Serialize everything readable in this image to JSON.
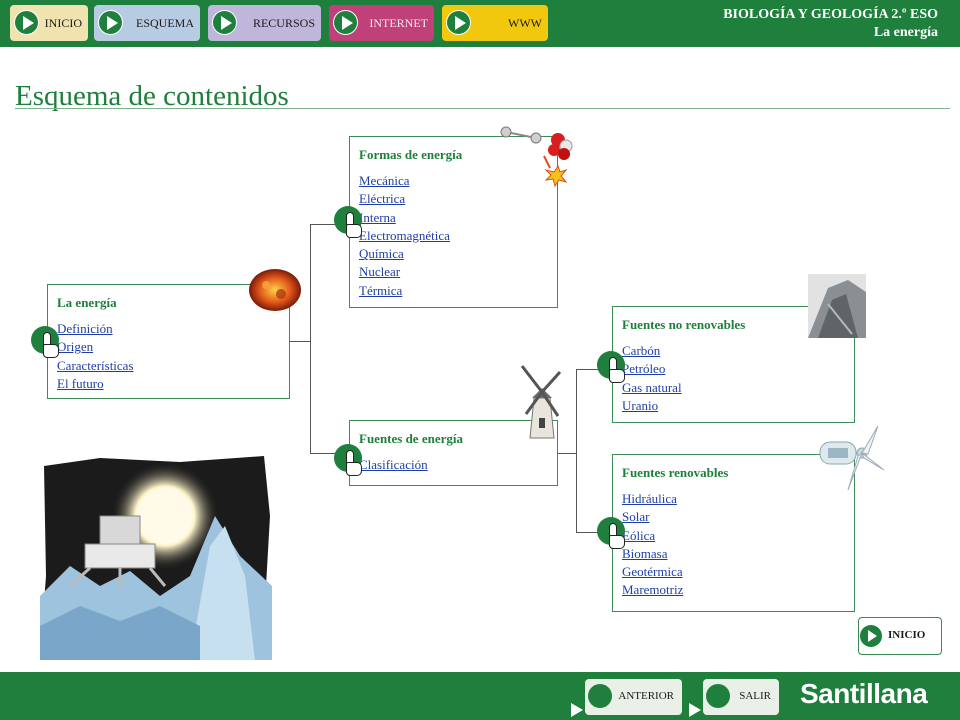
{
  "nav": {
    "inicio": "INICIO",
    "esquema": "ESQUEMA",
    "recursos": "RECURSOS",
    "internet": "INTERNET",
    "www": "WWW"
  },
  "header": {
    "subject": "BIOLOGÍA Y GEOLOGÍA 2.º ESO",
    "topic": "La energía"
  },
  "page_title": "Esquema de contenidos",
  "boxes": {
    "energia": {
      "title": "La energía",
      "items": [
        "Definición",
        "Origen",
        "Características",
        "El futuro"
      ]
    },
    "formas": {
      "title": "Formas de energía",
      "items": [
        "Mecánica",
        "Eléctrica",
        "Interna",
        "Electromagnética",
        "Química",
        "Nuclear",
        "Térmica"
      ]
    },
    "fuentes": {
      "title": "Fuentes de energía",
      "items": [
        "Clasificación"
      ]
    },
    "no_renovables": {
      "title": "Fuentes no renovables",
      "items": [
        "Carbón",
        "Petróleo",
        "Gas natural",
        "Uranio"
      ]
    },
    "renovables": {
      "title": "Fuentes  renovables",
      "items": [
        "Hidráulica",
        "Solar",
        "Eólica",
        "Biomasa",
        "Geotérmica",
        "Maremotriz"
      ]
    }
  },
  "inicio_small": "INICIO",
  "footer": {
    "anterior": "ANTERIOR",
    "salir": "SALIR",
    "brand": "Santillana"
  },
  "colors": {
    "brand_green": "#1f7f3c",
    "link_blue": "#1f3fa8"
  }
}
